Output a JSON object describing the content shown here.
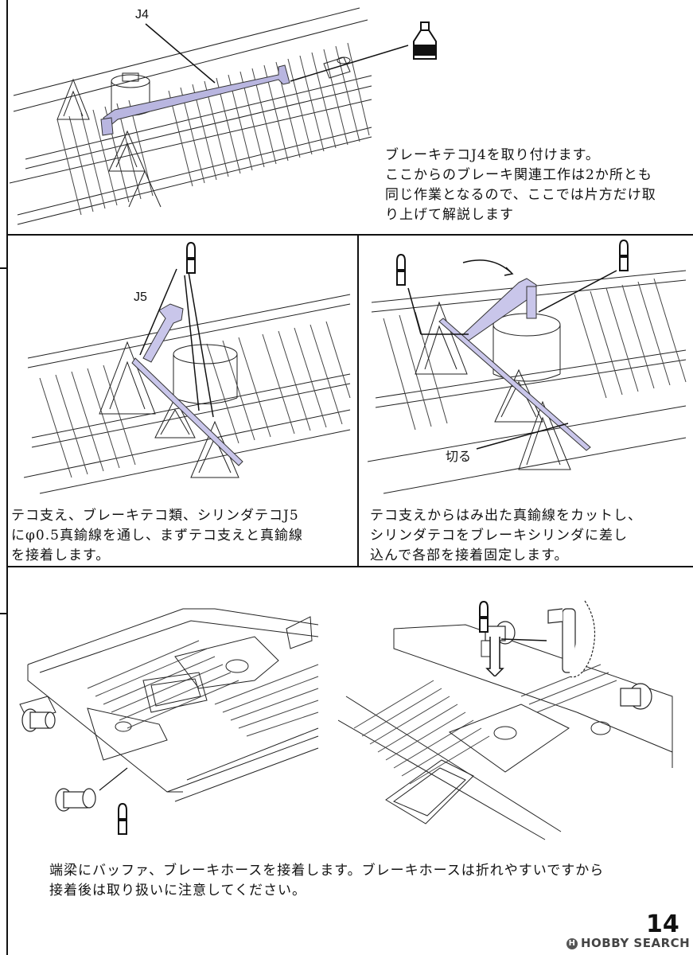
{
  "steps": {
    "top": {
      "part_label": "J4",
      "caption": "ブレーキテコJ4を取り付けます。\nここからのブレーキ関連工作は2か所とも\n同じ作業となるので、ここでは片方だけ取\nり上げて解説します"
    },
    "mid_left": {
      "part_label": "J5",
      "caption": "テコ支え、ブレーキテコ類、シリンダテコJ5\nにφ0.5真鍮線を通し、まずテコ支えと真鍮線\nを接着します。"
    },
    "mid_right": {
      "cut_label": "切る",
      "caption": "テコ支えからはみ出た真鍮線をカットし、\nシリンダテコをブレーキシリンダに差し\n込んで各部を接着固定します。"
    },
    "bottom": {
      "caption": "端梁にバッファ、ブレーキホースを接着します。ブレーキホースは折れやすいですから\n接着後は取り扱いに注意してください。"
    }
  },
  "icons": [
    "glue-bottle-icon",
    "pin-tube-icon"
  ],
  "highlight_color": "#b9b6e0",
  "page_number": "14",
  "watermark": "HOBBY SEARCH"
}
